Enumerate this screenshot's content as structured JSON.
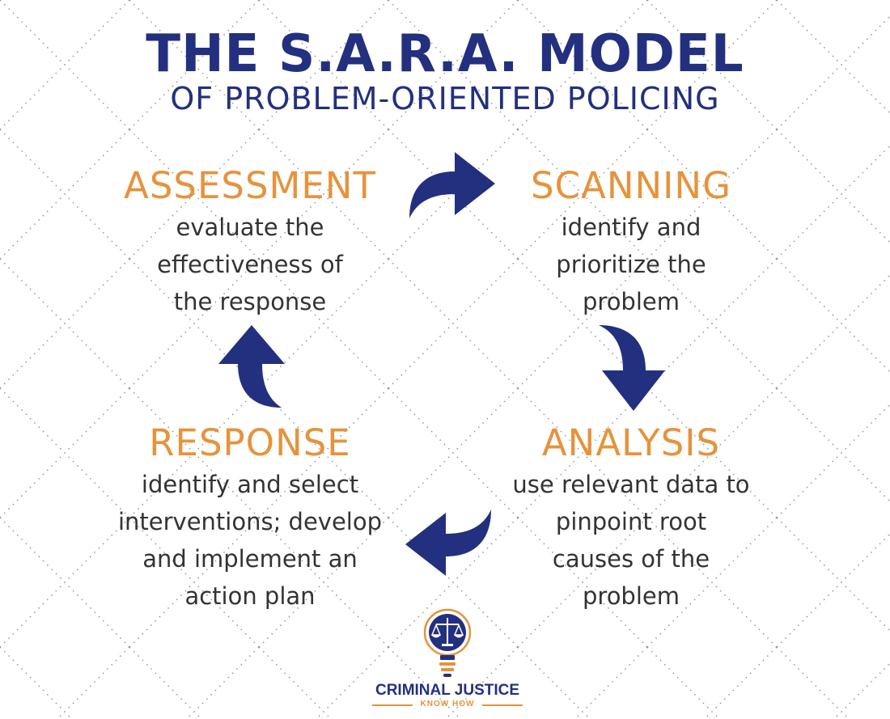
{
  "title": {
    "main": "THE S.A.R.A. MODEL",
    "subtitle": "OF PROBLEM-ORIENTED POLICING"
  },
  "stages": {
    "assessment": {
      "title": "ASSESSMENT",
      "lines": [
        "evaluate the",
        "effectiveness of",
        "the response"
      ]
    },
    "scanning": {
      "title": "SCANNING",
      "lines": [
        "identify and",
        "prioritize the",
        "problem"
      ]
    },
    "response": {
      "title": "RESPONSE",
      "lines": [
        "identify and select",
        "interventions; develop",
        "and implement an",
        "action plan"
      ]
    },
    "analysis": {
      "title": "ANALYSIS",
      "lines": [
        "use relevant data to",
        "pinpoint root",
        "causes of the",
        "problem"
      ]
    }
  },
  "logo": {
    "line1": "CRIMINAL JUSTICE",
    "line2": "KNOW HOW"
  },
  "colors": {
    "navy": "#23307f",
    "orange": "#e6933c",
    "text": "#333333",
    "dots": "#9a9a9a"
  },
  "icons": {
    "arrows": [
      "curved-arrow-right-icon",
      "curved-arrow-down-icon",
      "curved-arrow-left-icon",
      "curved-arrow-up-icon"
    ],
    "logo": "lightbulb-scales-icon"
  }
}
